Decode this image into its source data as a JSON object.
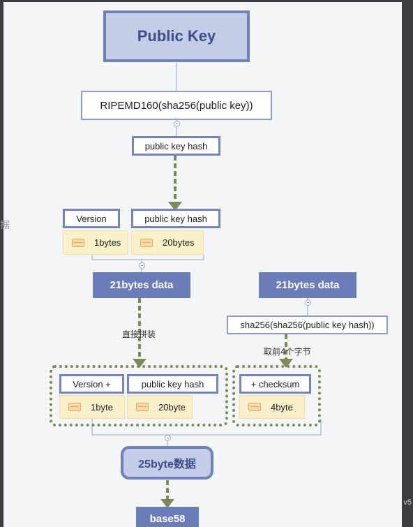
{
  "diagram": {
    "public_key": "Public Key",
    "formula": "RIPEMD160(sha256(public key))",
    "hash_label_top": "public key hash",
    "left_block": {
      "version_label": "Version",
      "hash_label": "public key hash",
      "version_value": "1bytes",
      "hash_value": "20bytes",
      "result": "21bytes data"
    },
    "right_block": {
      "result": "21bytes data",
      "formula": "sha256(sha256(public key hash))",
      "note": "取前4个字节"
    },
    "concat_note": "直接拼装",
    "bottom_block": {
      "version_label": "Version +",
      "hash_label": "public key hash",
      "checksum_label": "+ checksum",
      "version_value": "1byte",
      "hash_value": "20byte",
      "checksum_value": "4byte"
    },
    "result_25": "25byte数据",
    "base58": "base58"
  },
  "side": {
    "left_glyph": "据",
    "right_text": "v5"
  },
  "colors": {
    "accent": "#6f80b5",
    "title_fill": "#c4cde8",
    "field_fill": "#faf1cb",
    "arrow": "#7c8a55"
  }
}
